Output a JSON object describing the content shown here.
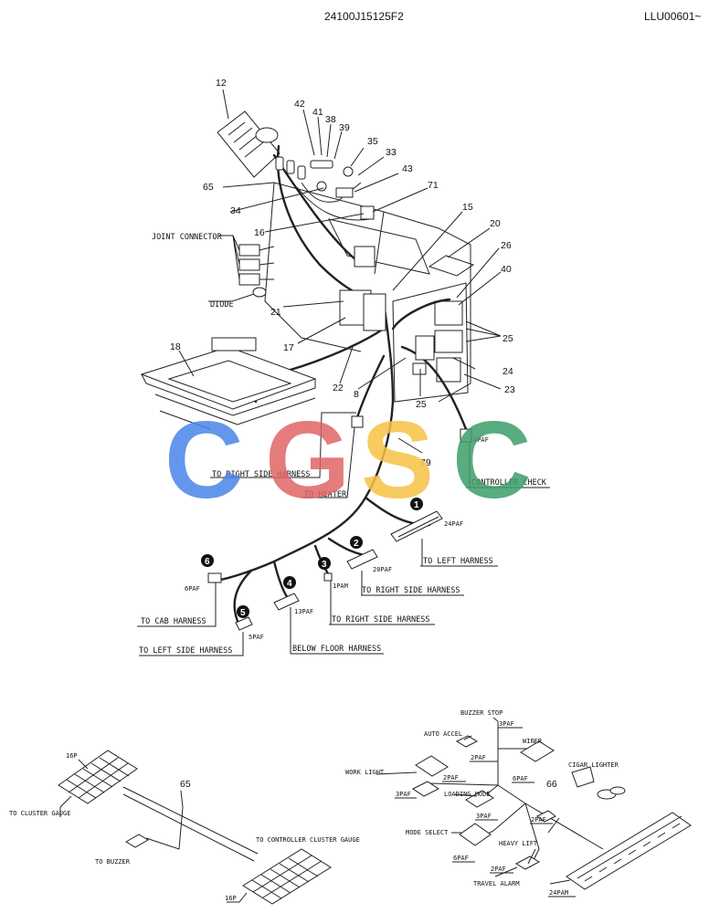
{
  "header": {
    "drawing_no": "24100J15125F2",
    "serial": "LLU00601~"
  },
  "watermark": {
    "letters": [
      "C",
      "G",
      "S",
      "C"
    ],
    "colors": [
      "#4a86e8",
      "#e06666",
      "#f6c344",
      "#3c9e6a"
    ]
  },
  "callouts": {
    "n12": "12",
    "n42": "42",
    "n41": "41",
    "n38": "38",
    "n39": "39",
    "n35": "35",
    "n33": "33",
    "n43": "43",
    "n65": "65",
    "n71": "71",
    "n34": "34",
    "n16": "16",
    "n15": "15",
    "n20": "20",
    "n26": "26",
    "n40": "40",
    "n21": "21",
    "n17": "17",
    "n18": "18",
    "n22": "22",
    "n8": "8",
    "n25a": "25",
    "n24": "24",
    "n23": "23",
    "n25b": "25",
    "n79": "79"
  },
  "labels": {
    "joint_connector": "JOINT CONNECTOR",
    "diode": "DIODE",
    "to_right_side_harness_top": "TO RIGHT SIDE HARNESS",
    "to_heater": "TO HEATER",
    "controller_check": "CONTROLLER CHECK",
    "four_paf": "4PAF"
  },
  "connectors": {
    "c1": {
      "badge": "1",
      "pins": "24PAF",
      "dest": "TO LEFT HARNESS"
    },
    "c2": {
      "badge": "2",
      "pins": "20PAF",
      "dest": "TO RIGHT SIDE HARNESS"
    },
    "c3": {
      "badge": "3",
      "pins": "1PAM",
      "dest": "TO RIGHT SIDE HARNESS"
    },
    "c4": {
      "badge": "4",
      "pins": "13PAF",
      "dest": "BELOW FLOOR HARNESS"
    },
    "c5": {
      "badge": "5",
      "pins": "5PAF",
      "dest": "TO LEFT SIDE HARNESS"
    },
    "c6": {
      "badge": "6",
      "pins": "6PAF",
      "dest": "TO CAB HARNESS"
    }
  },
  "detail65": {
    "num": "65",
    "p16_top": "16P",
    "p16_bottom": "16P",
    "to_cluster_gauge": "TO CLUSTER GAUGE",
    "to_buzzer": "TO BUZZER",
    "to_controller": "TO CONTROLLER  CLUSTER GAUGE"
  },
  "detail66": {
    "num": "66",
    "buzzer_stop": "BUZZER STOP",
    "auto_accel": "AUTO ACCEL",
    "wiper": "WIPER",
    "cigar_lighter": "CIGAR LIGHTER",
    "work_light": "WORK LIGHT",
    "loading_mode": "LOADING MODE",
    "mode_select": "MODE SELECT",
    "heavy_lift": "HEAVY LIFT",
    "travel_alarm": "TRAVEL ALARM",
    "p3paf_a": "3PAF",
    "p2paf_a": "2PAF",
    "p6paf_a": "6PAF",
    "p2paf_b": "2PAF",
    "p3paf_b": "3PAF",
    "p3paf_c": "3PAF",
    "p6paf_b": "6PAF",
    "p2paf_c": "2PAF",
    "p2paf_d": "2PAF",
    "p24pam": "24PAM"
  }
}
